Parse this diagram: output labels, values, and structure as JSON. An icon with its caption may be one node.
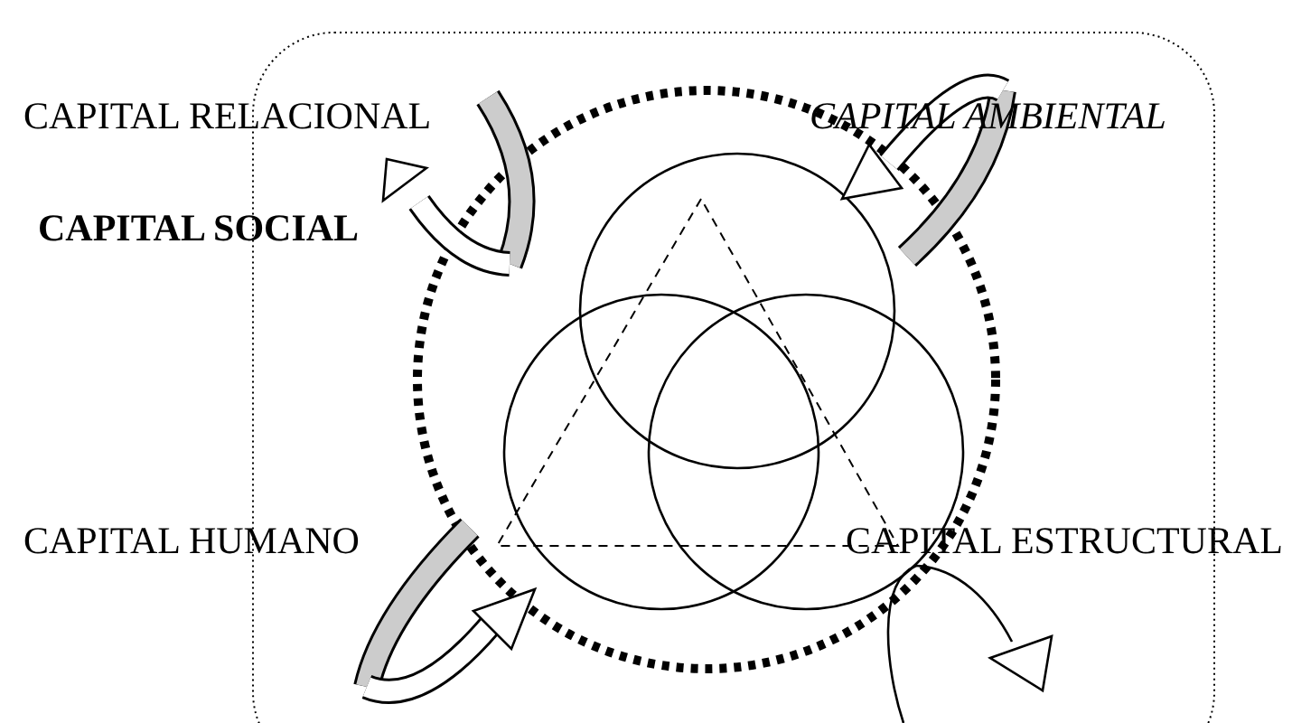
{
  "diagram": {
    "labels": [
      "CAPITAL RELACIONAL",
      "CAPITAL AMBIENTAL",
      "CAPITAL SOCIAL",
      "CAPITAL HUMANO",
      "CAPITAL ESTRUCTURAL"
    ]
  }
}
